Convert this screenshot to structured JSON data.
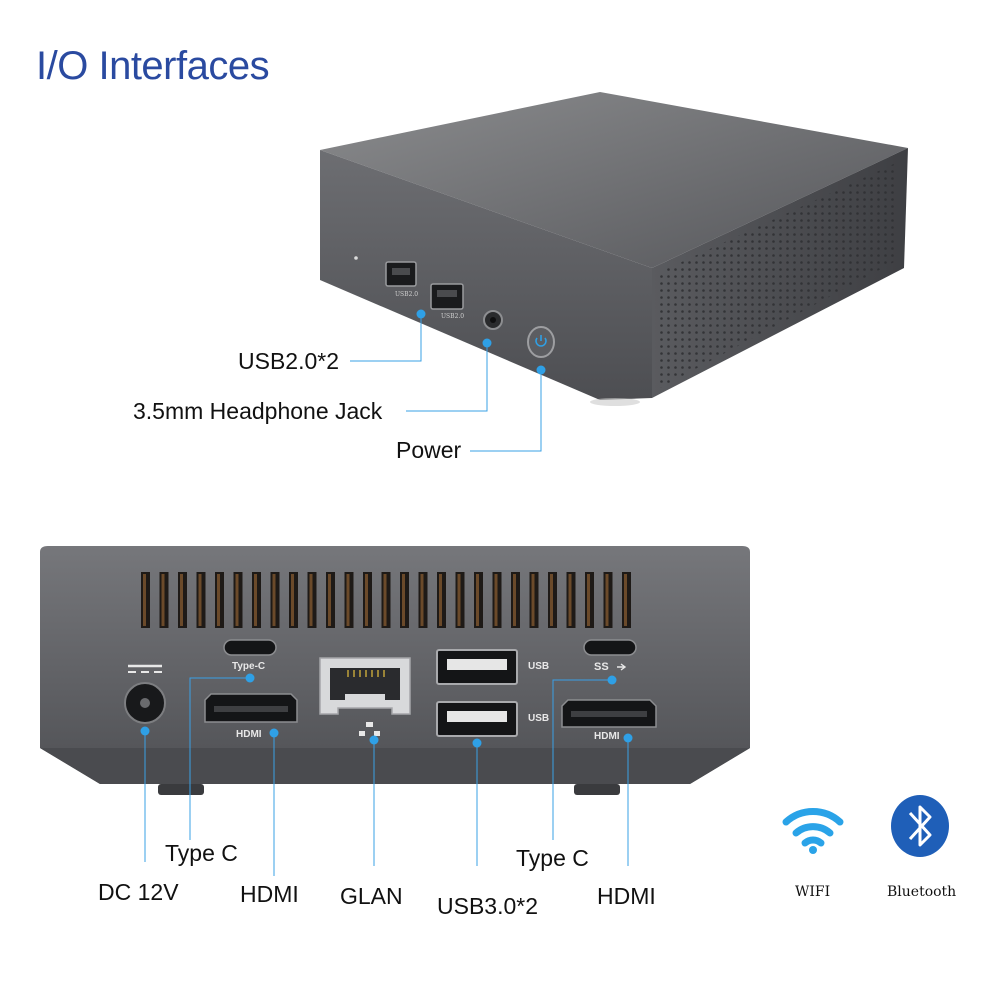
{
  "title": "I/O Interfaces",
  "front": {
    "usb2": "USB2.0*2",
    "headphone": "3.5mm Headphone Jack",
    "power": "Power",
    "port_usb_a": "USB2.0",
    "port_usb_b": "USB2.0"
  },
  "rear": {
    "dc": "DC 12V",
    "type_c_left": "Type C",
    "hdmi_left": "HDMI",
    "glan": "GLAN",
    "usb3": "USB3.0*2",
    "type_c_right": "Type C",
    "hdmi_right": "HDMI",
    "port_typec": "Type-C",
    "port_hdmi_left": "HDMI",
    "port_usb_1": "USB",
    "port_usb_2": "USB",
    "port_ss": "SS",
    "port_hdmi_right": "HDMI"
  },
  "badges": {
    "wifi": "WIFI",
    "bluetooth": "Bluetooth"
  },
  "colors": {
    "title": "#2a4aa0",
    "leader": "#3aa0e6",
    "bluetooth": "#1f5fb8",
    "wifi": "#2aa3e8"
  }
}
